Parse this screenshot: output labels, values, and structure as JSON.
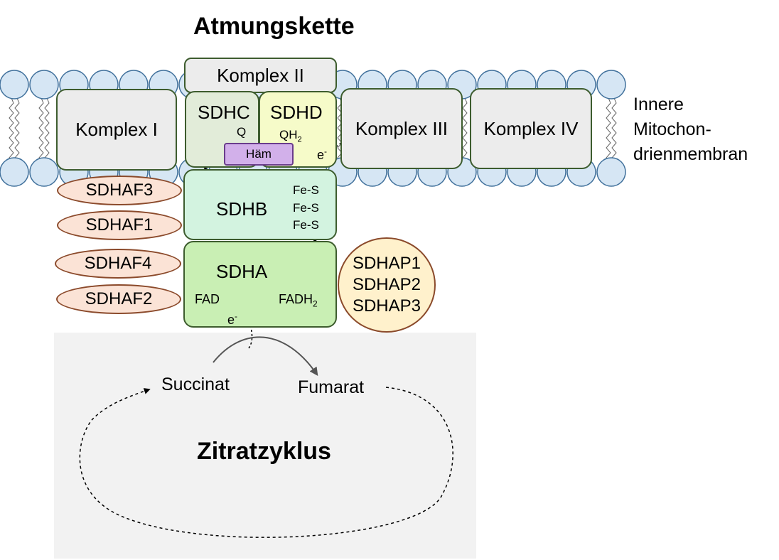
{
  "title": "Atmungskette",
  "bottom_title": "Zitratzyklus",
  "membrane_label": [
    "Innere",
    "Mitochon-",
    "drienmembran"
  ],
  "complexes": {
    "c1": "Komplex I",
    "c2": "Komplex II",
    "c3": "Komplex III",
    "c4": "Komplex IV"
  },
  "subunits": {
    "sdhc": "SDHC",
    "sdhd": "SDHD",
    "sdhb": "SDHB",
    "sdha": "SDHA",
    "haem": "Häm"
  },
  "cofactors": {
    "q": "Q",
    "qh": "QH",
    "qh_sub": "2",
    "fes": [
      "Fe-S",
      "Fe-S",
      "Fe-S"
    ],
    "fad": "FAD",
    "fadh": "FADH",
    "fadh_sub": "2",
    "electron": "e",
    "electron_sup": "-"
  },
  "assembly_factors": [
    "SDHAF3",
    "SDHAF1",
    "SDHAF4",
    "SDHAF2"
  ],
  "pseudogenes": [
    "SDHAP1",
    "SDHAP2",
    "SDHAP3"
  ],
  "metabolites": {
    "succinate": "Succinat",
    "fumarate": "Fumarat"
  },
  "colors": {
    "complex_fill": "#ececec",
    "complex_border": "#3d5c2e",
    "sdhc_fill": "#e2ecd9",
    "sdhd_fill": "#f6fbc9",
    "sdhb_fill": "#d3f3e0",
    "sdha_fill": "#c9efb4",
    "haem_fill": "#d2b0ea",
    "haem_border": "#6a3c8c",
    "lipid_fill": "#d6e6f4",
    "lipid_border": "#41719c",
    "factor_fill": "#fbe3d6",
    "factor_border": "#8b4a2b",
    "pseudo_fill": "#fff1cc",
    "pseudo_border": "#8b4a2b",
    "cycle_bg": "#f2f2f2"
  }
}
